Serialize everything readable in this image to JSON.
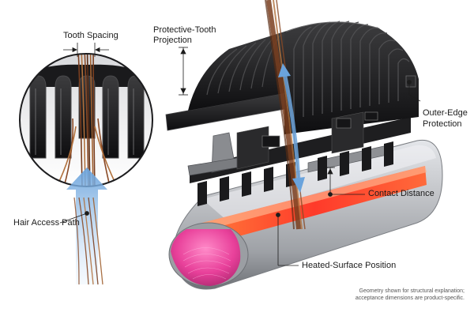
{
  "labels": {
    "tooth_spacing": "Tooth Spacing",
    "protective_tooth_line1": "Protective-Tooth",
    "protective_tooth_line2": "Projection",
    "outer_edge_line1": "Outer-Edge",
    "outer_edge_line2": "Protection",
    "contact_distance": "Contact Distance",
    "hair_access_path": "Hair Access Path",
    "heated_surface": "Heated-Surface Position"
  },
  "footnote": {
    "line1": "Geometry shown for structural explanation;",
    "line2": "acceptance dimensions are product-specific."
  },
  "colors": {
    "comb_black": "#1a1a1a",
    "comb_edge": "#3a3a3a",
    "barrel_silver": "#c4c6ca",
    "heater_glow": "#ff4a2a",
    "pad_pink": "#e8409a",
    "hair_brown": "#8a4a26",
    "arrow_blue": "#7fb0e0"
  }
}
